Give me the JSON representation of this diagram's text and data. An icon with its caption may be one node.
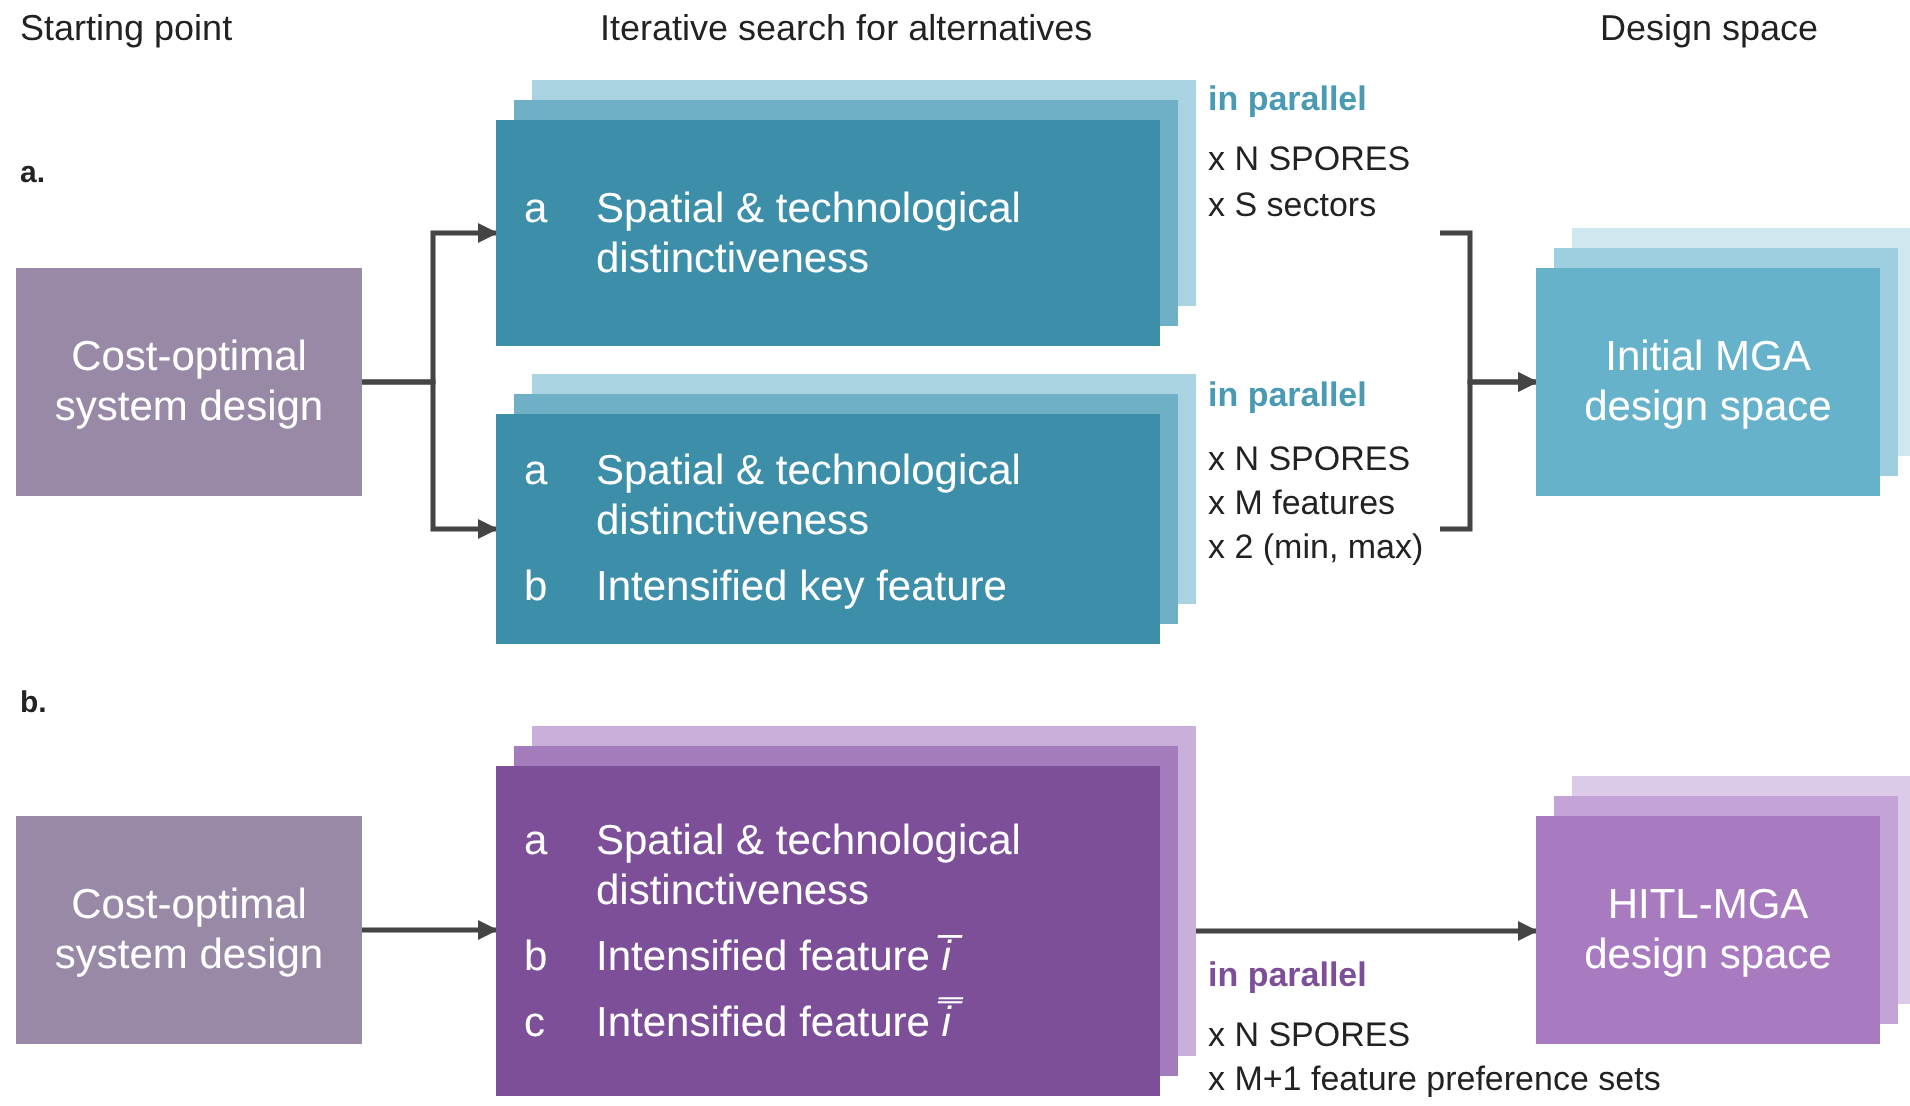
{
  "diagram": {
    "nodes": [
      {
        "text": [
          "Cost-optimal system design"
        ]
      },
      {
        "text": [
          "a",
          "Spatial & technological distinctiveness"
        ],
        "beside": [
          "in parallel",
          "x N SPORES",
          "x S sectors"
        ]
      },
      {
        "text": [
          "a",
          "Spatial & technological distinctiveness",
          "b",
          "Intensified key feature"
        ],
        "beside": [
          "in parallel",
          "x N SPORES",
          "x M features",
          "x 2 (min, max)"
        ]
      },
      {
        "text": [
          "Initial MGA design space"
        ]
      },
      {
        "text": [
          "Cost-optimal system design"
        ]
      },
      {
        "text": [
          "a",
          "Spatial & technological distinctiveness",
          "b",
          "Intensified feature *i̅*",
          "c",
          "Intensified feature *i̿*"
        ],
        "beside": [
          "in parallel",
          "x N SPORES",
          "x M+1 feature preference sets"
        ]
      },
      {
        "text": [
          "HITL-MGA design space"
        ]
      }
    ],
    "edges": [
      {
        "from": 0,
        "to": 1,
        "arrow": "to"
      },
      {
        "from": 0,
        "to": 2,
        "arrow": "to"
      },
      {
        "from": 1,
        "to": 3,
        "arrow": "to"
      },
      {
        "from": 2,
        "to": 3,
        "arrow": "to"
      },
      {
        "from": 4,
        "to": 5,
        "arrow": "to"
      },
      {
        "from": 5,
        "to": 6,
        "arrow": "to"
      }
    ],
    "labels": [
      "Starting point",
      "Iterative search for alternatives",
      "Design space",
      "a.",
      "b."
    ]
  }
}
